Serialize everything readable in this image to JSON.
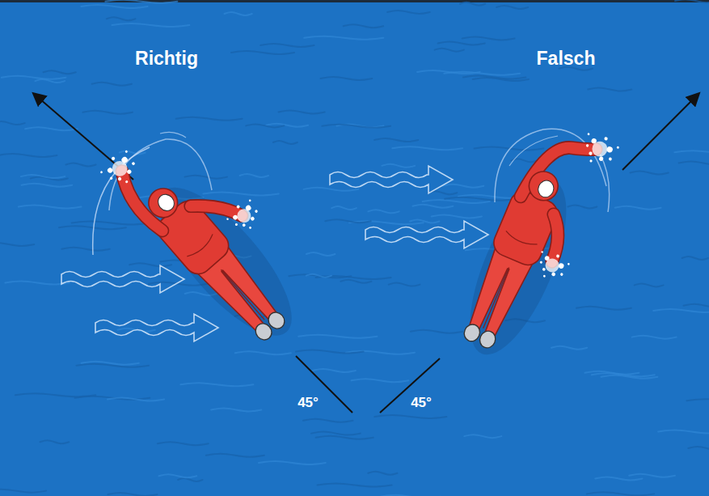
{
  "diagram": {
    "labels": [
      "Richtig",
      "Falsch",
      "45°",
      "45°"
    ]
  }
}
